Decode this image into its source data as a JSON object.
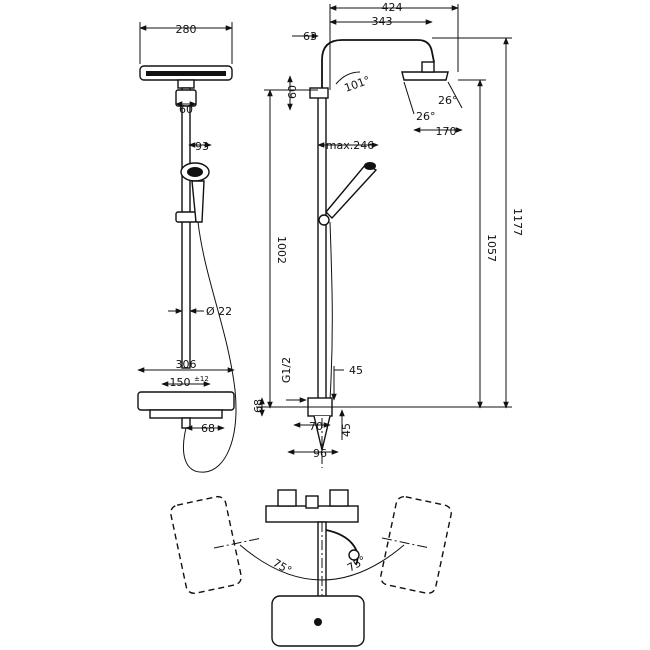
{
  "dimensions": {
    "head_width": "280",
    "mount_width": "60",
    "hand_shower_width": "93",
    "pipe_diameter": "Ø 22",
    "thermostat_width": "306",
    "inlet_spacing": "150",
    "inlet_tolerance": "±12",
    "outlet_offset": "68",
    "reach_total": "424",
    "reach_arm": "343",
    "arm_offset": "63",
    "arm_height": "60",
    "arm_angle": "101°",
    "head_tilt_a": "26°",
    "head_tilt_b": "26°",
    "head_depth": "170",
    "max_handshower": "max.246",
    "height_1002": "1002",
    "height_1057": "1057",
    "height_1177": "1177",
    "connection_thread": "G1/2",
    "wall_offset_45_top": "45",
    "wall_offset_45_bottom": "45",
    "thermostat_height": "68",
    "depth_70": "70",
    "depth_96": "96",
    "swivel_left": "75°",
    "swivel_right": "75°"
  }
}
